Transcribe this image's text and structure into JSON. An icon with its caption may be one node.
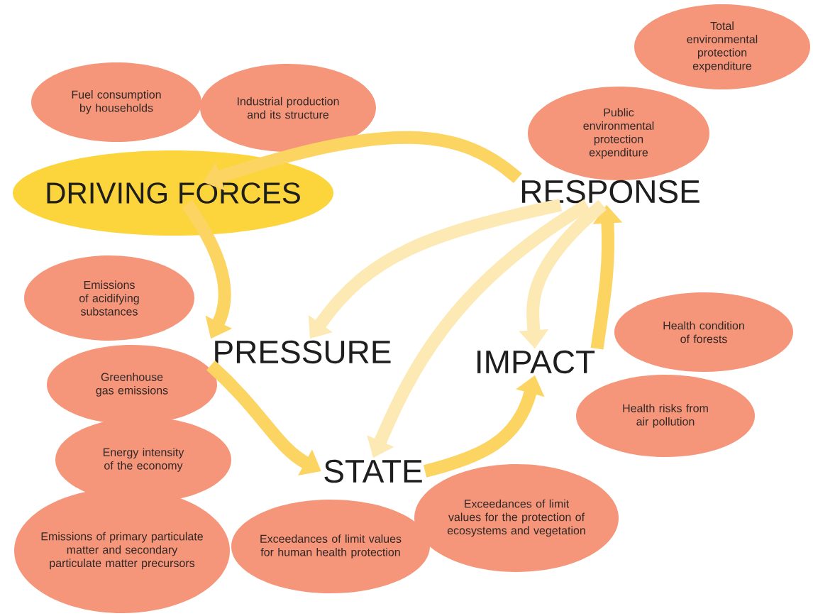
{
  "diagram": {
    "nodes": [
      {
        "text": [
          "Total environmental protection expenditure"
        ]
      },
      {
        "text": [
          "Fuel consumption by households"
        ]
      },
      {
        "text": [
          "Industrial production and its structure"
        ]
      },
      {
        "text": [
          "Public environmental protection expenditure"
        ]
      },
      {
        "text": [
          "DRIVING FORCES"
        ]
      },
      {
        "text": [
          "RESPONSE"
        ]
      },
      {
        "text": [
          "Emissions of acidifying substances"
        ]
      },
      {
        "text": [
          "PRESSURE"
        ]
      },
      {
        "text": [
          "IMPACT"
        ]
      },
      {
        "text": [
          "Health condition of forests"
        ]
      },
      {
        "text": [
          "Greenhouse gas emissions"
        ]
      },
      {
        "text": [
          "Health risks from air pollution"
        ]
      },
      {
        "text": [
          "Energy intensity of the economy"
        ]
      },
      {
        "text": [
          "STATE"
        ]
      },
      {
        "text": [
          "Exceedances of limit values for the protection of ecosystems and vegetation"
        ]
      },
      {
        "text": [
          "Emissions of primary particulate matter and secondary particulate matter precursors"
        ]
      },
      {
        "text": [
          "Exceedances of limit values for human health protection"
        ]
      }
    ],
    "edges": [
      {
        "from": 4,
        "to": 7,
        "arrow": "to"
      },
      {
        "from": 7,
        "to": 13,
        "arrow": "to"
      },
      {
        "from": 13,
        "to": 8,
        "arrow": "to"
      },
      {
        "from": 8,
        "to": 5,
        "arrow": "to"
      },
      {
        "from": 5,
        "to": 4,
        "arrow": "to"
      },
      {
        "from": 5,
        "to": 7,
        "arrow": "to",
        "color": "#fde9b3"
      },
      {
        "from": 5,
        "to": 13,
        "arrow": "to",
        "color": "#fde9b3"
      },
      {
        "from": 5,
        "to": 8,
        "arrow": "to",
        "color": "#fde9b3"
      }
    ]
  }
}
